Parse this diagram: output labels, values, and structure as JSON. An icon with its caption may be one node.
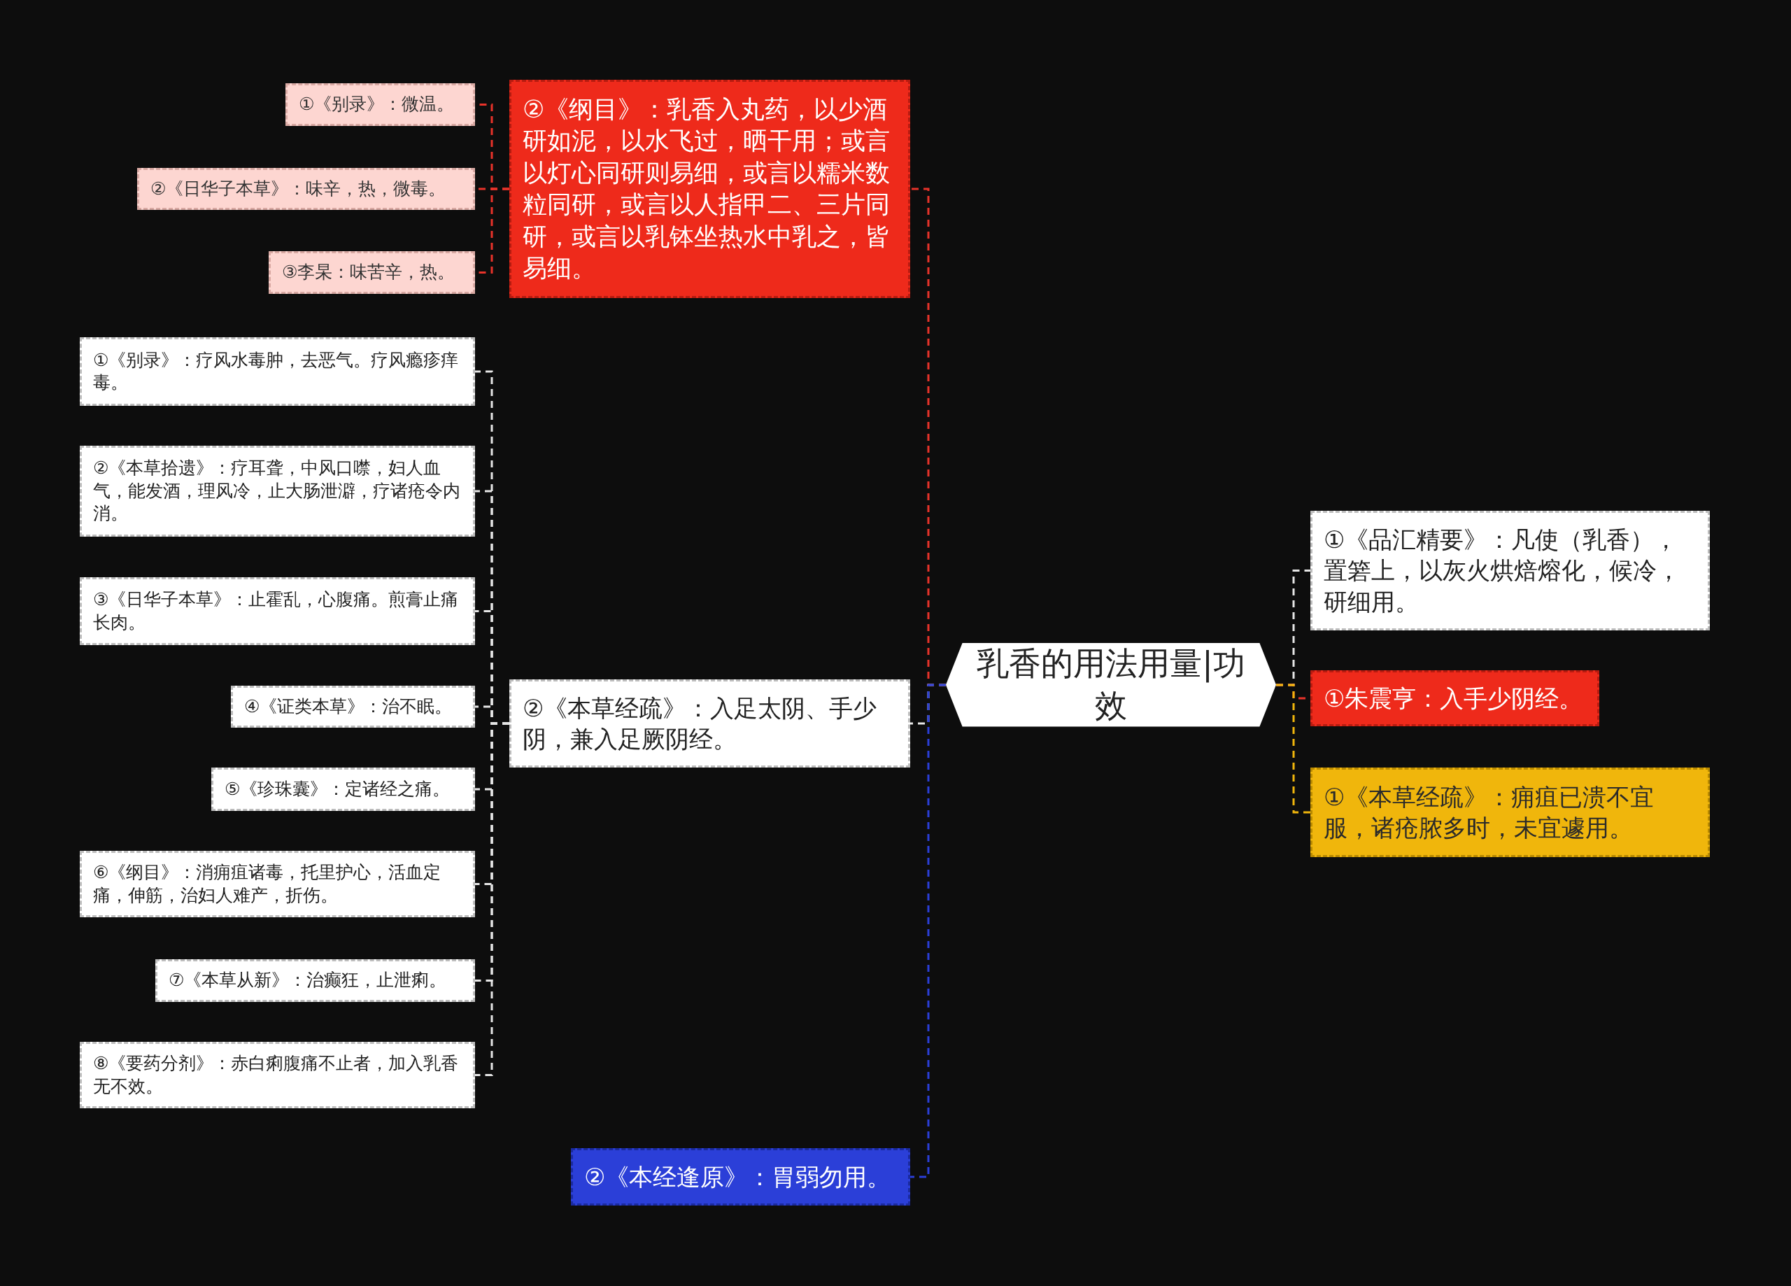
{
  "diagram": {
    "nodes": [
      {
        "text": [
          "乳香的用法用量|功效"
        ]
      },
      {
        "text": [
          "②《纲目》：乳香入丸药，以少酒研如泥，以水飞过，晒干用；或言以灯心同研则易细，或言以糯米数粒同研，或言以人指甲二、三片同研，或言以乳钵坐热水中乳之，皆易细。"
        ]
      },
      {
        "text": [
          "①《别录》：微温。"
        ]
      },
      {
        "text": [
          "②《日华子本草》：味辛，热，微毒。"
        ]
      },
      {
        "text": [
          "③李杲：味苦辛，热。"
        ]
      },
      {
        "text": [
          "②《本草经疏》：入足太阴、手少阴，兼入足厥阴经。"
        ]
      },
      {
        "text": [
          "①《别录》：疗风水毒肿，去恶气。疗风瘾疹痒毒。"
        ]
      },
      {
        "text": [
          "②《本草拾遗》：疗耳聋，中风口噤，妇人血气，能发酒，理风冷，止大肠泄澼，疗诸疮令内消。"
        ]
      },
      {
        "text": [
          "③《日华子本草》：止霍乱，心腹痛。煎膏止痛长肉。"
        ]
      },
      {
        "text": [
          "④《证类本草》：治不眠。"
        ]
      },
      {
        "text": [
          "⑤《珍珠囊》：定诸经之痛。"
        ]
      },
      {
        "text": [
          "⑥《纲目》：消痈疽诸毒，托里护心，活血定痛，伸筋，治妇人难产，折伤。"
        ]
      },
      {
        "text": [
          "⑦《本草从新》：治癫狂，止泄痢。"
        ]
      },
      {
        "text": [
          "⑧《要药分剂》：赤白痢腹痛不止者，加入乳香无不效。"
        ]
      },
      {
        "text": [
          "②《本经逢原》：胃弱勿用。"
        ]
      },
      {
        "text": [
          "①《品汇精要》：凡使（乳香），置箬上，以灰火烘焙熔化，候冷，研细用。"
        ]
      },
      {
        "text": [
          "①朱震亨：入手少阴经。"
        ]
      },
      {
        "text": [
          "①《本草经疏》：痈疽已溃不宜服，诸疮脓多时，未宜遽用。"
        ]
      }
    ],
    "edges": [
      {
        "from": 0,
        "to": 1,
        "arrow": "none",
        "style": "dashed",
        "color": "#e8332a"
      },
      {
        "from": 1,
        "to": 2,
        "arrow": "none",
        "style": "dashed",
        "color": "#e8332a"
      },
      {
        "from": 1,
        "to": 3,
        "arrow": "none",
        "style": "dashed",
        "color": "#e8332a"
      },
      {
        "from": 1,
        "to": 4,
        "arrow": "none",
        "style": "dashed",
        "color": "#e8332a"
      },
      {
        "from": 0,
        "to": 5,
        "arrow": "none",
        "style": "dashed"
      },
      {
        "from": 5,
        "to": 6,
        "arrow": "none",
        "style": "dashed"
      },
      {
        "from": 5,
        "to": 7,
        "arrow": "none",
        "style": "dashed"
      },
      {
        "from": 5,
        "to": 8,
        "arrow": "none",
        "style": "dashed"
      },
      {
        "from": 5,
        "to": 9,
        "arrow": "none",
        "style": "dashed"
      },
      {
        "from": 5,
        "to": 10,
        "arrow": "none",
        "style": "dashed"
      },
      {
        "from": 5,
        "to": 11,
        "arrow": "none",
        "style": "dashed"
      },
      {
        "from": 5,
        "to": 12,
        "arrow": "none",
        "style": "dashed"
      },
      {
        "from": 5,
        "to": 13,
        "arrow": "none",
        "style": "dashed"
      },
      {
        "from": 0,
        "to": 14,
        "arrow": "none",
        "style": "dashed",
        "color": "#2b3fd8"
      },
      {
        "from": 0,
        "to": 15,
        "arrow": "none",
        "style": "dashed"
      },
      {
        "from": 0,
        "to": 16,
        "arrow": "none",
        "style": "dashed",
        "color": "#e8332a"
      },
      {
        "from": 0,
        "to": 17,
        "arrow": "none",
        "style": "dashed",
        "color": "#f0b60c"
      }
    ]
  }
}
